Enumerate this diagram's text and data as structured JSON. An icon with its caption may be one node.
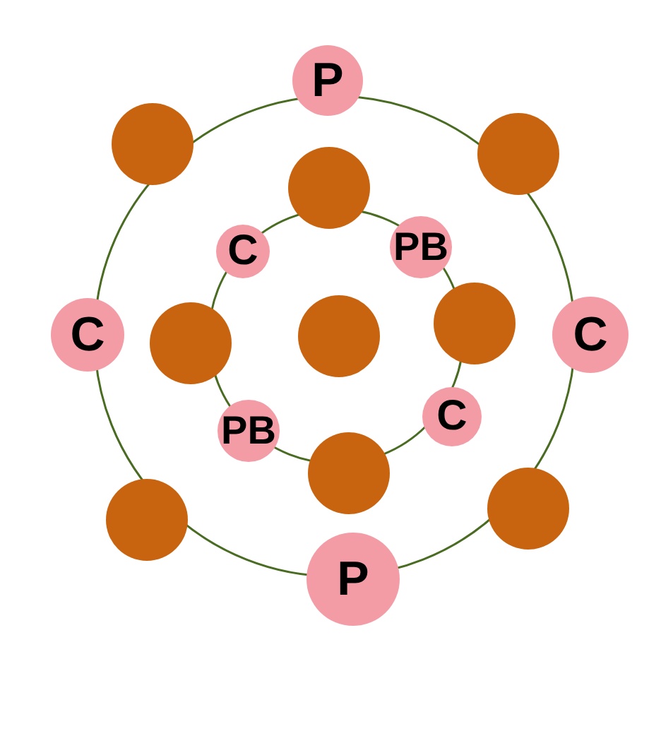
{
  "diagram": {
    "nodes": [
      {
        "text": [
          "P"
        ]
      },
      {
        "text": [],
        "shape": "circle"
      },
      {
        "text": [],
        "shape": "circle"
      },
      {
        "text": [],
        "shape": "circle"
      },
      {
        "text": [
          "PB"
        ]
      },
      {
        "text": [
          "C"
        ]
      },
      {
        "text": [],
        "shape": "circle"
      },
      {
        "text": [
          "C"
        ]
      },
      {
        "text": [],
        "shape": "circle"
      },
      {
        "text": [
          "C"
        ]
      },
      {
        "text": [],
        "shape": "circle"
      },
      {
        "text": [
          "C"
        ]
      },
      {
        "text": [
          "PB"
        ]
      },
      {
        "text": [],
        "shape": "circle"
      },
      {
        "text": [],
        "shape": "circle"
      },
      {
        "text": [],
        "shape": "circle"
      },
      {
        "text": [
          "P"
        ]
      }
    ]
  }
}
